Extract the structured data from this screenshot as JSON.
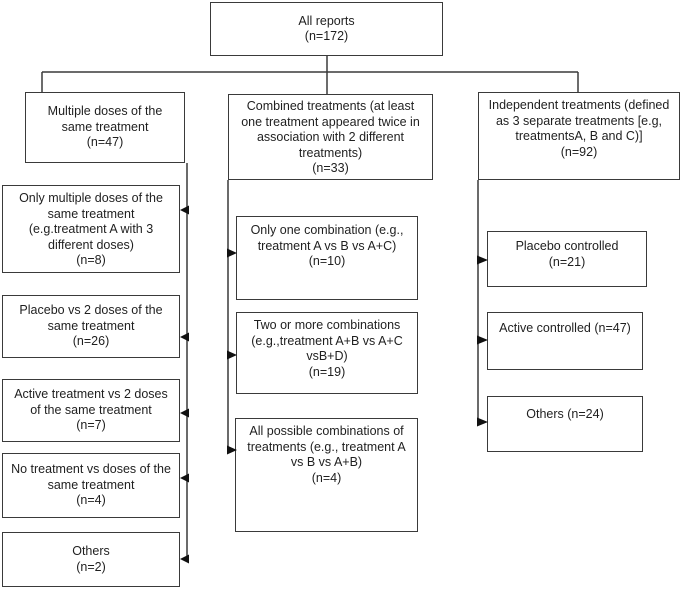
{
  "colors": {
    "background": "#ffffff",
    "box_border": "#3a3a3a",
    "text": "#1f1f1f",
    "arrow": "#111111"
  },
  "flowchart": {
    "root": {
      "label": "All reports\n(n=172)",
      "n": 172
    },
    "branches": [
      {
        "id": "multiple-doses",
        "label": "Multiple doses of the\nsame treatment\n(n=47)",
        "n": 47,
        "children": [
          {
            "label": "Only multiple doses of the\nsame treatment\n(e.g.treatment A with 3\ndifferent doses)\n(n=8)",
            "n": 8
          },
          {
            "label": "Placebo vs 2 doses of the\nsame treatment\n(n=26)",
            "n": 26
          },
          {
            "label": "Active treatment vs 2 doses\nof the same treatment\n(n=7)",
            "n": 7
          },
          {
            "label": "No treatment vs doses of the\nsame treatment\n(n=4)",
            "n": 4
          },
          {
            "label": "Others\n(n=2)",
            "n": 2
          }
        ]
      },
      {
        "id": "combined-treatments",
        "label": "Combined treatments (at least\none treatment appeared twice in\nassociation with 2 different\ntreatments)\n(n=33)",
        "n": 33,
        "children": [
          {
            "label": "Only one combination (e.g.,\ntreatment A vs B vs A+C)\n(n=10)",
            "n": 10
          },
          {
            "label": "Two or more combinations\n(e.g.,treatment A+B vs A+C\nvsB+D)\n(n=19)",
            "n": 19
          },
          {
            "label": "All possible combinations of\ntreatments (e.g., treatment A\nvs B vs A+B)\n(n=4)",
            "n": 4
          }
        ]
      },
      {
        "id": "independent-treatments",
        "label": "Independent treatments (defined\nas 3 separate treatments [e.g,\ntreatmentsA, B and C)]\n(n=92)",
        "n": 92,
        "children": [
          {
            "label": "Placebo controlled\n(n=21)",
            "n": 21
          },
          {
            "label": "Active controlled (n=47)",
            "n": 47
          },
          {
            "label": "Others (n=24)",
            "n": 24
          }
        ]
      }
    ]
  }
}
